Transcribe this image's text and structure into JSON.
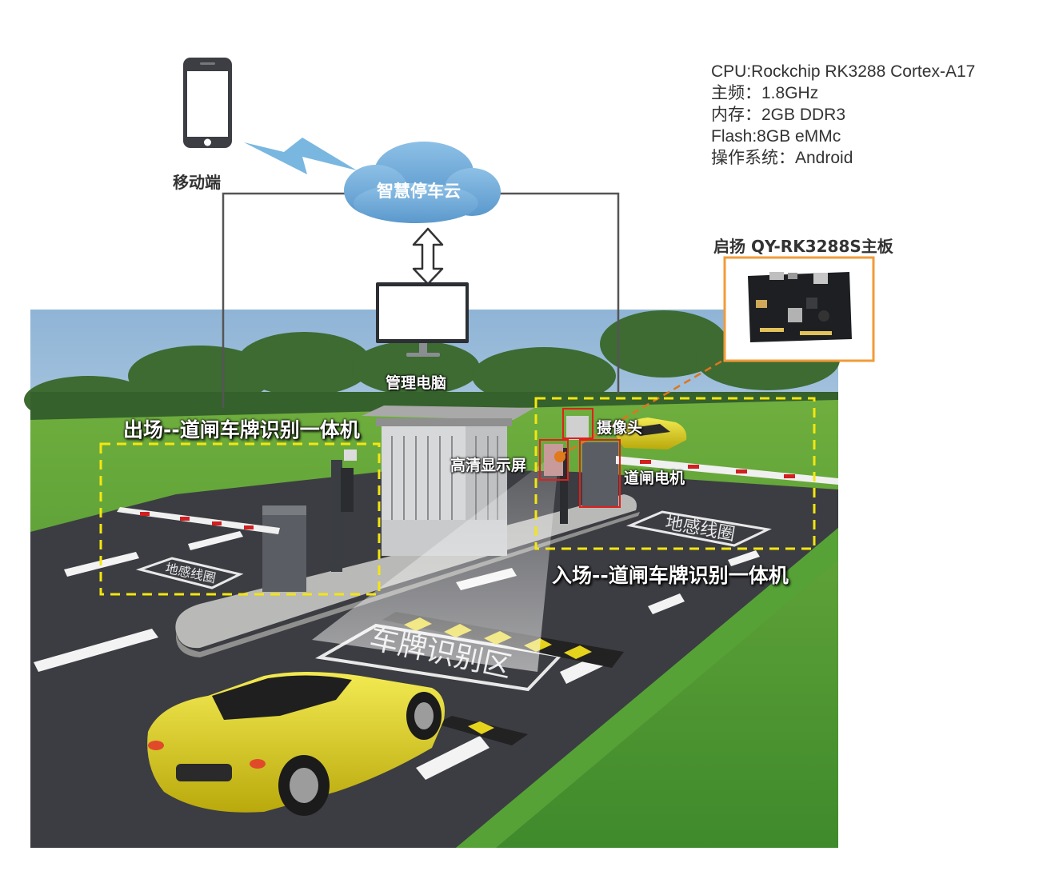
{
  "labels": {
    "mobile": "移动端",
    "cloud": "智慧停车云",
    "pc": "管理电脑",
    "board": "启扬  QY-RK3288S主板",
    "exit_gate": "出场--道闸车牌识别一体机",
    "entry_gate": "入场--道闸车牌识别一体机",
    "camera": "摄像头",
    "display": "高清显示屏",
    "motor": "道闸电机",
    "zone_big": "车牌识别区",
    "zone_small_left": "地感线圈",
    "zone_small_right": "地感线圈"
  },
  "specs": [
    "CPU:Rockchip RK3288  Cortex-A17",
    "主频：1.8GHz",
    "内存：2GB DDR3",
    "Flash:8GB eMMc",
    "操作系统：Android"
  ],
  "colors": {
    "cloud": "#6aa9d8",
    "lightning": "#79b7e0",
    "board_frame": "#f29b38",
    "dashed_box": "#f5e60f",
    "highlight_box": "#e0201c",
    "leader_line": "#e0741c",
    "grass": "#58a03a",
    "road": "#3c3d42",
    "car": "#e6d41c"
  },
  "icons": [
    "phone-icon",
    "lightning-icon",
    "cloud-icon",
    "double-arrow-icon",
    "monitor-icon",
    "board-image"
  ]
}
